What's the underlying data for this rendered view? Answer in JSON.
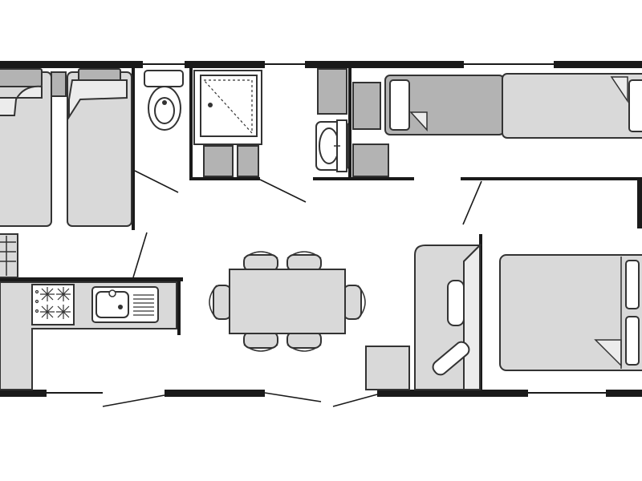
{
  "diagram": {
    "kind": "floor-plan",
    "labels": [],
    "colors": {
      "background": "#ffffff",
      "wall": "#1a1a1a",
      "furniture_fill": "#d9d9d9",
      "furniture_dark": "#b3b3b3",
      "fixture_fill": "#ffffff",
      "outline": "#333333"
    },
    "rooms": [
      "twin-bedroom",
      "toilet",
      "shower-room",
      "bathroom-sink",
      "bunk-bedroom",
      "living-dining",
      "kitchen",
      "master-bedroom"
    ],
    "furniture": [
      "single-bed",
      "single-bed",
      "wc",
      "shower-tray",
      "wash-basin",
      "single-bed",
      "single-bed",
      "dining-table",
      "dining-chair",
      "gas-hob",
      "kitchen-sink",
      "wardrobe",
      "double-bed"
    ]
  }
}
